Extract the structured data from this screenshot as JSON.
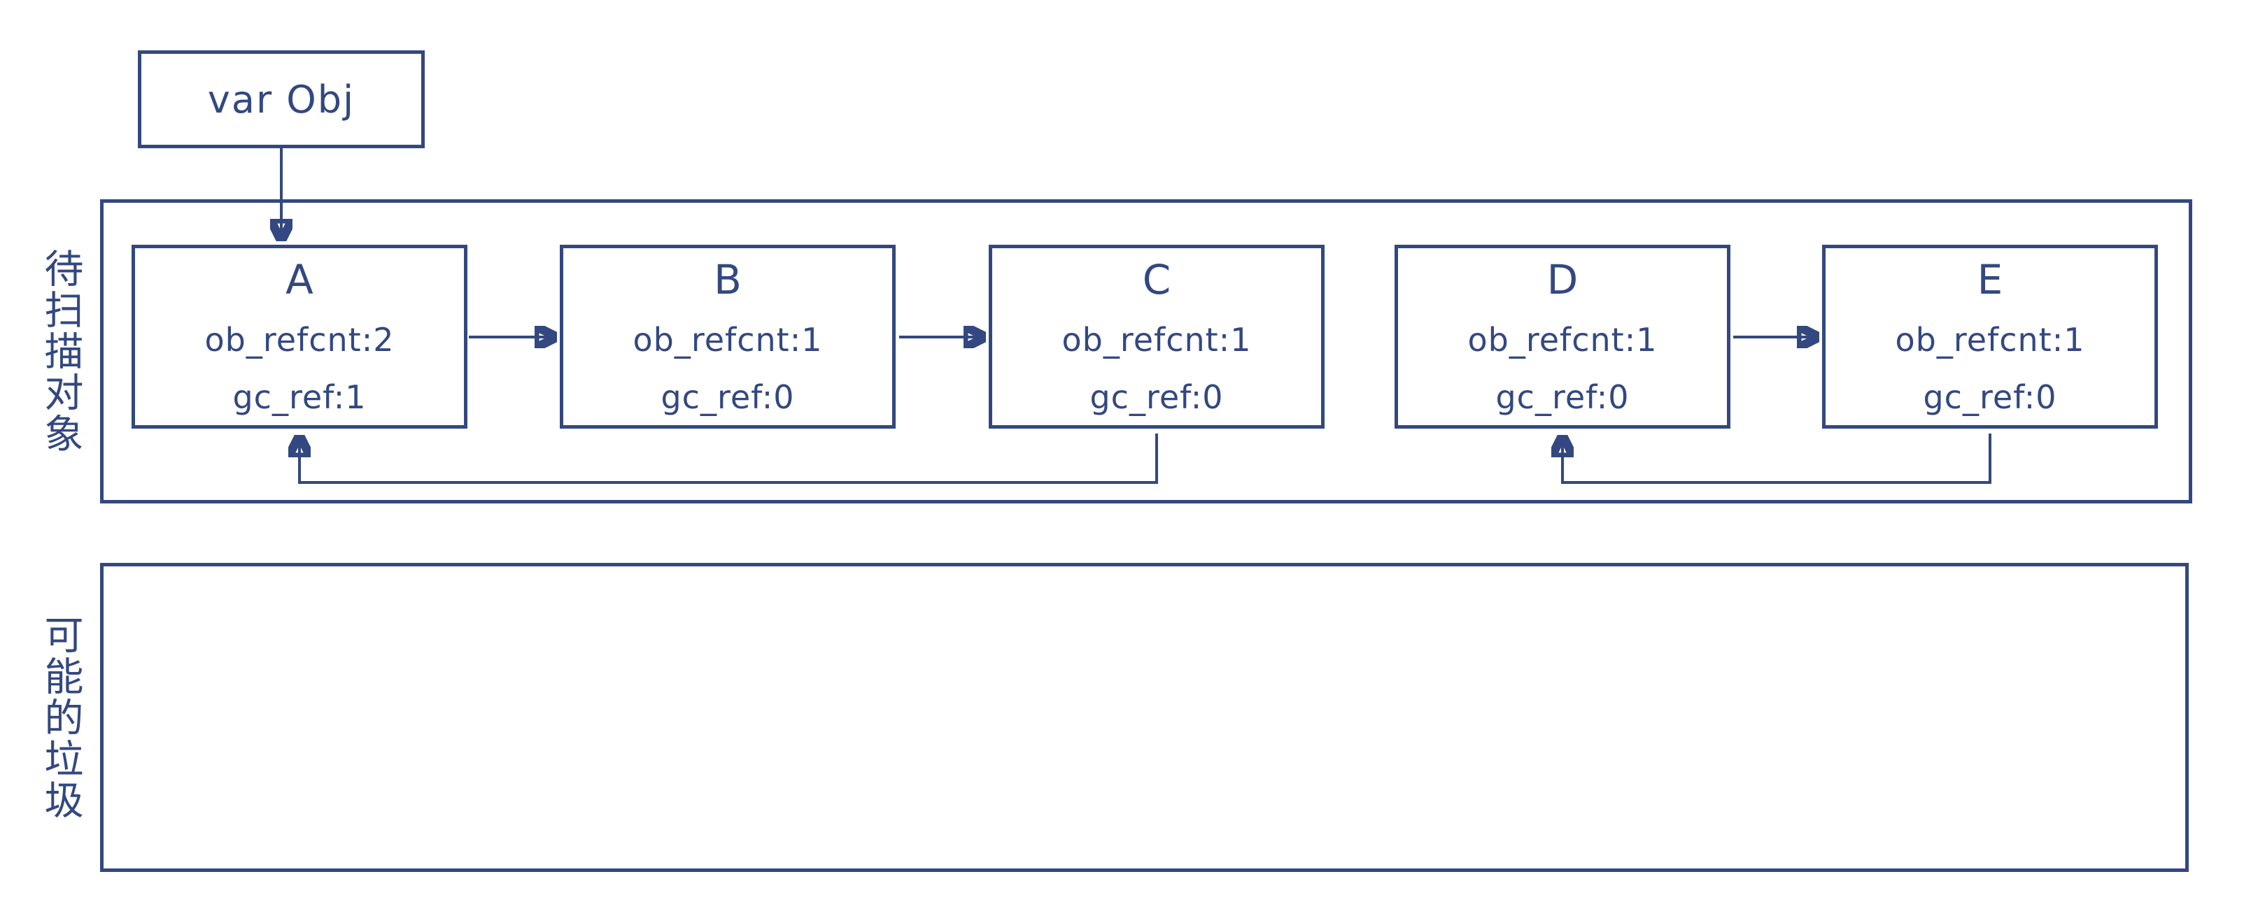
{
  "colors": {
    "stroke": "#334880",
    "canvas": "#ffffff"
  },
  "var_obj": {
    "label": "var Obj"
  },
  "scan_area": {
    "label": "待扫描对象"
  },
  "garbage_area": {
    "label": "可能的垃圾"
  },
  "nodes": [
    {
      "id": "A",
      "title": "A",
      "ob_refcnt": "ob_refcnt:2",
      "gc_ref": "gc_ref:1"
    },
    {
      "id": "B",
      "title": "B",
      "ob_refcnt": "ob_refcnt:1",
      "gc_ref": "gc_ref:0"
    },
    {
      "id": "C",
      "title": "C",
      "ob_refcnt": "ob_refcnt:1",
      "gc_ref": "gc_ref:0"
    },
    {
      "id": "D",
      "title": "D",
      "ob_refcnt": "ob_refcnt:1",
      "gc_ref": "gc_ref:0"
    },
    {
      "id": "E",
      "title": "E",
      "ob_refcnt": "ob_refcnt:1",
      "gc_ref": "gc_ref:0"
    }
  ],
  "edges": [
    {
      "from": "var Obj",
      "to": "A",
      "style": "solid-arrow",
      "route": "top"
    },
    {
      "from": "A",
      "to": "B",
      "style": "solid-arrow",
      "route": "side"
    },
    {
      "from": "B",
      "to": "C",
      "style": "solid-arrow",
      "route": "side"
    },
    {
      "from": "C",
      "to": "A",
      "style": "solid-arrow",
      "route": "bottom-loop"
    },
    {
      "from": "D",
      "to": "E",
      "style": "solid-arrow",
      "route": "side"
    },
    {
      "from": "E",
      "to": "D",
      "style": "solid-arrow",
      "route": "bottom-loop"
    }
  ]
}
